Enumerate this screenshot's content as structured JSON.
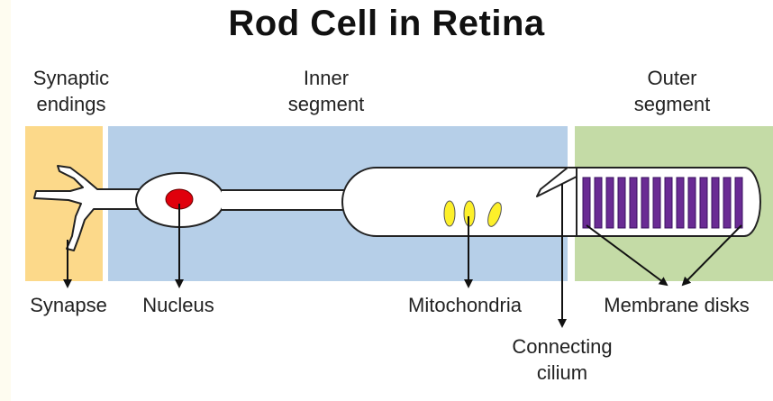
{
  "title": "Rod Cell in Retina",
  "regions": {
    "synaptic_endings": [
      "Synaptic",
      "endings"
    ],
    "inner_segment": [
      "Inner",
      "segment"
    ],
    "outer_segment": [
      "Outer",
      "segment"
    ]
  },
  "labels": {
    "synapse": "Synapse",
    "nucleus": "Nucleus",
    "mitochondria": "Mitochondria",
    "membrane_disks": "Membrane disks",
    "connecting_cilium": [
      "Connecting",
      "cilium"
    ]
  },
  "colors": {
    "synaptic_region": "#fcd98a",
    "inner_region": "#b6cfe8",
    "outer_region": "#c4dba6",
    "nucleus": "#e0000c",
    "mitochondria": "#fdf02a",
    "membrane_disk": "#6a2b94"
  }
}
